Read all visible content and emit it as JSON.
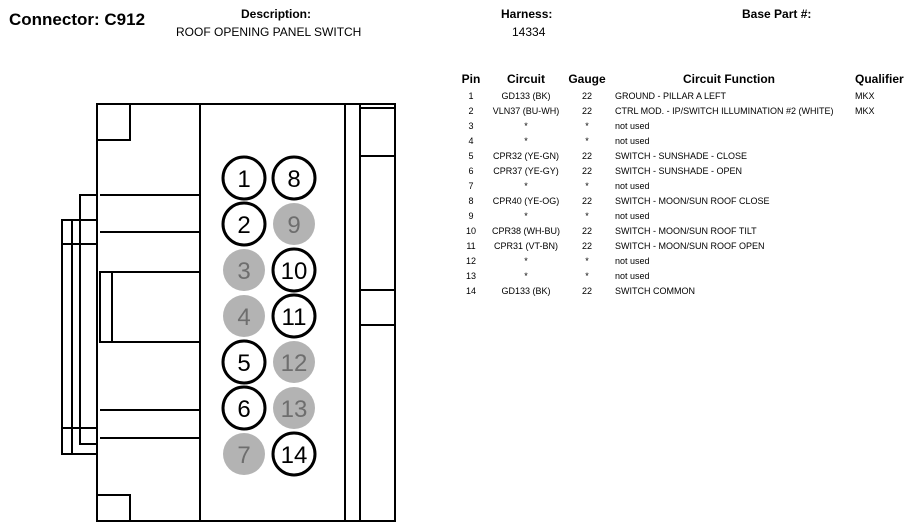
{
  "connector": {
    "title": "Connector: C912"
  },
  "description": {
    "label": "Description:",
    "value": "ROOF OPENING PANEL SWITCH"
  },
  "harness": {
    "label": "Harness:",
    "value": "14334"
  },
  "base_part": {
    "label": "Base Part #:",
    "value": ""
  },
  "table": {
    "headers": {
      "pin": "Pin",
      "circuit": "Circuit",
      "gauge": "Gauge",
      "function": "Circuit Function",
      "qualifier": "Qualifier"
    },
    "rows": [
      {
        "pin": "1",
        "circuit": "GD133 (BK)",
        "gauge": "22",
        "function": "GROUND - PILLAR A LEFT",
        "qualifier": "MKX"
      },
      {
        "pin": "2",
        "circuit": "VLN37 (BU-WH)",
        "gauge": "22",
        "function": "CTRL MOD. - IP/SWITCH ILLUMINATION #2 (WHITE)",
        "qualifier": "MKX"
      },
      {
        "pin": "3",
        "circuit": "*",
        "gauge": "*",
        "function": "not used",
        "qualifier": ""
      },
      {
        "pin": "4",
        "circuit": "*",
        "gauge": "*",
        "function": "not used",
        "qualifier": ""
      },
      {
        "pin": "5",
        "circuit": "CPR32 (YE-GN)",
        "gauge": "22",
        "function": "SWITCH - SUNSHADE - CLOSE",
        "qualifier": ""
      },
      {
        "pin": "6",
        "circuit": "CPR37 (YE-GY)",
        "gauge": "22",
        "function": "SWITCH - SUNSHADE - OPEN",
        "qualifier": ""
      },
      {
        "pin": "7",
        "circuit": "*",
        "gauge": "*",
        "function": "not used",
        "qualifier": ""
      },
      {
        "pin": "8",
        "circuit": "CPR40 (YE-OG)",
        "gauge": "22",
        "function": "SWITCH - MOON/SUN ROOF CLOSE",
        "qualifier": ""
      },
      {
        "pin": "9",
        "circuit": "*",
        "gauge": "*",
        "function": "not used",
        "qualifier": ""
      },
      {
        "pin": "10",
        "circuit": "CPR38 (WH-BU)",
        "gauge": "22",
        "function": "SWITCH - MOON/SUN ROOF TILT",
        "qualifier": ""
      },
      {
        "pin": "11",
        "circuit": "CPR31 (VT-BN)",
        "gauge": "22",
        "function": "SWITCH - MOON/SUN ROOF OPEN",
        "qualifier": ""
      },
      {
        "pin": "12",
        "circuit": "*",
        "gauge": "*",
        "function": "not used",
        "qualifier": ""
      },
      {
        "pin": "13",
        "circuit": "*",
        "gauge": "*",
        "function": "not used",
        "qualifier": ""
      },
      {
        "pin": "14",
        "circuit": "GD133 (BK)",
        "gauge": "22",
        "function": "SWITCH COMMON",
        "qualifier": ""
      }
    ]
  },
  "cavities": [
    {
      "label": "1",
      "used": true
    },
    {
      "label": "8",
      "used": true
    },
    {
      "label": "2",
      "used": true
    },
    {
      "label": "9",
      "used": false
    },
    {
      "label": "3",
      "used": false
    },
    {
      "label": "10",
      "used": true
    },
    {
      "label": "4",
      "used": false
    },
    {
      "label": "11",
      "used": true
    },
    {
      "label": "5",
      "used": true
    },
    {
      "label": "12",
      "used": false
    },
    {
      "label": "6",
      "used": true
    },
    {
      "label": "13",
      "used": false
    },
    {
      "label": "7",
      "used": false
    },
    {
      "label": "14",
      "used": true
    }
  ],
  "colors": {
    "used_fill": "#ffffff",
    "unused_fill": "#b3b3b3",
    "unused_text": "#6e6e6e",
    "outline": "#000000"
  }
}
